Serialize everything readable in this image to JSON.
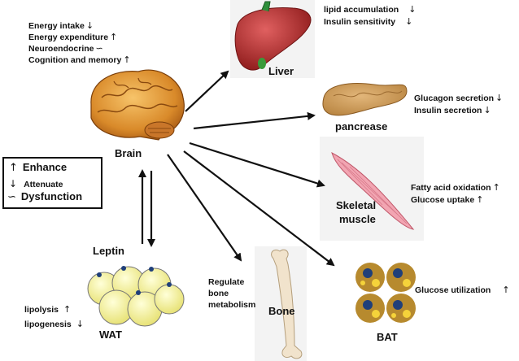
{
  "brain": {
    "label": "Brain",
    "effects": [
      {
        "text": "Energy intake",
        "arrow": "↓"
      },
      {
        "text": "Energy expenditure",
        "arrow": "↑"
      },
      {
        "text": "Neuroendocrine",
        "arrow": "∽"
      },
      {
        "text": "Cognition and memory",
        "arrow": "↑"
      }
    ]
  },
  "liver": {
    "label": "Liver",
    "effects": [
      {
        "text": "lipid accumulation",
        "arrow": "↓"
      },
      {
        "text": "Insulin sensitivity",
        "arrow": "↓"
      }
    ]
  },
  "pancreas": {
    "label": "pancrease",
    "effects": [
      {
        "text": "Glucagon secretion",
        "arrow": "↓"
      },
      {
        "text": "Insulin secretion",
        "arrow": "↓"
      }
    ]
  },
  "muscle": {
    "label_line1": "Skeletal",
    "label_line2": "muscle",
    "effects": [
      {
        "text": "Fatty acid oxidation",
        "arrow": "↑"
      },
      {
        "text": "Glucose uptake",
        "arrow": "↑"
      }
    ]
  },
  "bone": {
    "label": "Bone",
    "effect_lines": [
      "Regulate",
      "bone",
      "metabolism"
    ]
  },
  "bat": {
    "label": "BAT",
    "effects": [
      {
        "text": "Glucose utilization",
        "arrow": "↑"
      }
    ]
  },
  "wat": {
    "label": "WAT",
    "hormone": "Leptin",
    "effects": [
      {
        "text": "lipolysis",
        "arrow": "↑"
      },
      {
        "text": "lipogenesis",
        "arrow": "↓"
      }
    ]
  },
  "legend": {
    "items": [
      {
        "symbol": "↑",
        "text": "Enhance"
      },
      {
        "symbol": "↓",
        "text": "Attenuate"
      },
      {
        "symbol": "∽",
        "text": "Dysfunction"
      }
    ]
  }
}
